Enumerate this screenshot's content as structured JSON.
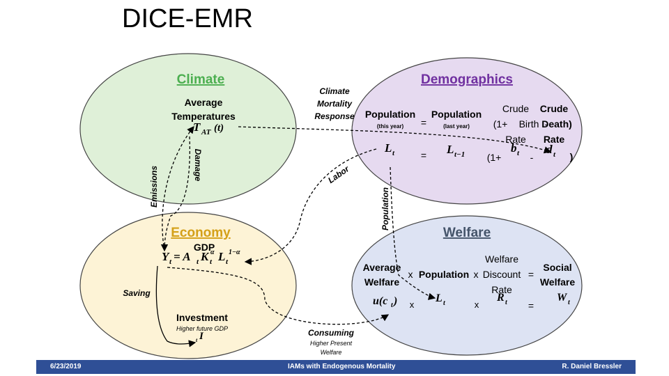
{
  "title": "DICE-EMR",
  "sections": {
    "climate": "Climate",
    "demographics": "Demographics",
    "economy": "Economy",
    "welfare": "Welfare"
  },
  "climate": {
    "avg_temp_line1": "Average",
    "avg_temp_line2": "Temperatures",
    "temp_var": "T",
    "temp_sub": "AT",
    "temp_arg": "(t)"
  },
  "demographics": {
    "pop_this": "Population",
    "pop_this_sub": "(this year)",
    "equals": "=",
    "pop_last": "Population",
    "pop_last_sub": "(last year)",
    "open_paren": "(1+",
    "crude1": "Crude",
    "birth": "Birth",
    "rate1": "Rate",
    "minus": "-",
    "crude2": "Crude",
    "death": "Death)",
    "rate2": "Rate",
    "L_t": "L",
    "t_sub": "t",
    "L_t1": "L",
    "t1_sub": "t−1",
    "b_t": "b",
    "d_t": "d",
    "close_paren": ")"
  },
  "economy": {
    "gdp": "GDP",
    "eq_Y": "Y",
    "eq_mid": " = A",
    "eq_K": "K",
    "eq_alpha": "α",
    "eq_L": "L",
    "eq_exp": "1−α",
    "investment": "Investment",
    "investment_sub": "Higher future GDP",
    "I": "I"
  },
  "welfare": {
    "avg1": "Average",
    "avg2": "Welfare",
    "x": "x",
    "population": "Population",
    "wdr1": "Welfare",
    "wdr2": "Discount",
    "wdr3": "Rate",
    "eq": "=",
    "social1": "Social",
    "social2": "Welfare",
    "u_ct": "u(c",
    "u_close": ")",
    "L": "L",
    "R": "R",
    "W": "W"
  },
  "arrows": {
    "climate_mortality1": "Climate",
    "climate_mortality2": "Mortality",
    "climate_mortality3": "Response",
    "emissions": "Emissions",
    "damage": "Damage",
    "labor": "Labor",
    "population": "Population",
    "saving": "Saving",
    "consuming": "Consuming",
    "consuming_sub1": "Higher Present",
    "consuming_sub2": "Welfare"
  },
  "footer": {
    "date": "6/23/2019",
    "center": "IAMs with Endogenous Mortality",
    "author": "R. Daniel Bressler"
  },
  "colors": {
    "climate_fill": "#dff0d8",
    "climate_title": "#4caf50",
    "demo_fill": "#e6daf0",
    "demo_title": "#7030a0",
    "econ_fill": "#fdf3d6",
    "econ_title": "#d4a018",
    "welfare_fill": "#dde3f3",
    "welfare_title": "#44546a",
    "footer_bg": "#2f4f96"
  }
}
